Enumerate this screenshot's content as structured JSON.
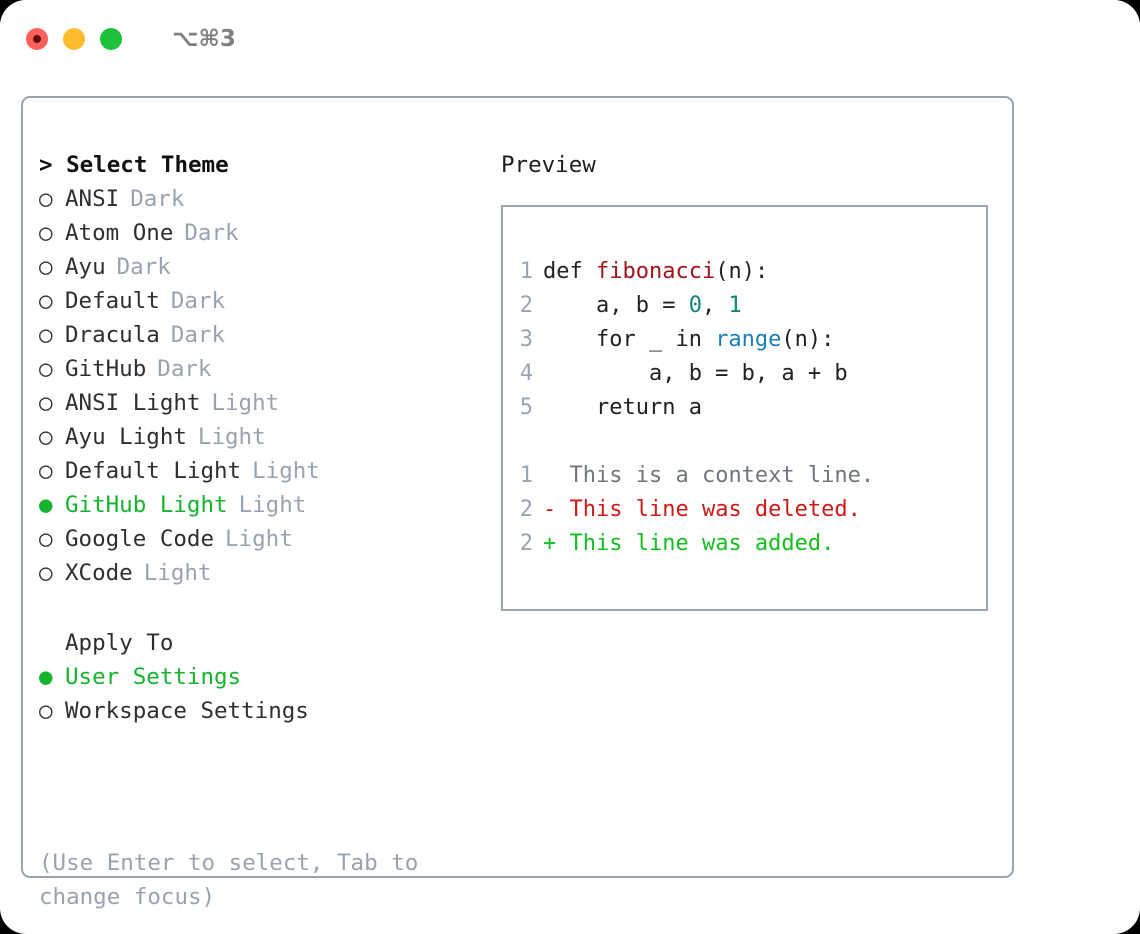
{
  "titlebar": {
    "shortcut": "⌥⌘3",
    "lights": [
      {
        "name": "close",
        "color": "#ff605c"
      },
      {
        "name": "minimize",
        "color": "#ffbd2e"
      },
      {
        "name": "maximize",
        "color": "#1ec13a"
      }
    ]
  },
  "left": {
    "header": "> Select Theme",
    "themes": [
      {
        "marker": "○",
        "name": "ANSI",
        "variant": "Dark",
        "selected": false
      },
      {
        "marker": "○",
        "name": "Atom One",
        "variant": "Dark",
        "selected": false
      },
      {
        "marker": "○",
        "name": "Ayu",
        "variant": "Dark",
        "selected": false
      },
      {
        "marker": "○",
        "name": "Default",
        "variant": "Dark",
        "selected": false
      },
      {
        "marker": "○",
        "name": "Dracula",
        "variant": "Dark",
        "selected": false
      },
      {
        "marker": "○",
        "name": "GitHub",
        "variant": "Dark",
        "selected": false
      },
      {
        "marker": "○",
        "name": "ANSI Light",
        "variant": "Light",
        "selected": false
      },
      {
        "marker": "○",
        "name": "Ayu Light",
        "variant": "Light",
        "selected": false
      },
      {
        "marker": "○",
        "name": "Default Light",
        "variant": "Light",
        "selected": false
      },
      {
        "marker": "●",
        "name": "GitHub Light",
        "variant": "Light",
        "selected": true
      },
      {
        "marker": "○",
        "name": "Google Code",
        "variant": "Light",
        "selected": false
      },
      {
        "marker": "○",
        "name": "XCode",
        "variant": "Light",
        "selected": false
      }
    ],
    "apply_to_header": "Apply To",
    "apply_to": [
      {
        "marker": "●",
        "name": "User Settings",
        "selected": true
      },
      {
        "marker": "○",
        "name": "Workspace Settings",
        "selected": false
      }
    ],
    "hint": "(Use Enter to select, Tab to change focus)"
  },
  "right": {
    "preview_title": "Preview",
    "code_lines": [
      {
        "num": "1",
        "parts": [
          {
            "t": "def ",
            "c": "plain"
          },
          {
            "t": "fibonacci",
            "c": "fn"
          },
          {
            "t": "(n):",
            "c": "plain"
          }
        ]
      },
      {
        "num": "2",
        "parts": [
          {
            "t": "    a, b = ",
            "c": "plain"
          },
          {
            "t": "0",
            "c": "num"
          },
          {
            "t": ", ",
            "c": "plain"
          },
          {
            "t": "1",
            "c": "num"
          }
        ]
      },
      {
        "num": "3",
        "parts": [
          {
            "t": "    for _ in ",
            "c": "plain"
          },
          {
            "t": "range",
            "c": "builtin"
          },
          {
            "t": "(n):",
            "c": "plain"
          }
        ]
      },
      {
        "num": "4",
        "parts": [
          {
            "t": "        a, b = b, a + b",
            "c": "plain"
          }
        ]
      },
      {
        "num": "5",
        "parts": [
          {
            "t": "    return a",
            "c": "plain"
          }
        ]
      }
    ],
    "diff_lines": [
      {
        "num": "1",
        "sign": "  ",
        "text": "This is a context line.",
        "kind": "ctx"
      },
      {
        "num": "2",
        "sign": "- ",
        "text": "This line was deleted.",
        "kind": "del"
      },
      {
        "num": "2",
        "sign": "+ ",
        "text": "This line was added.",
        "kind": "add"
      }
    ]
  },
  "colors": {
    "accent_green": "#15b32e",
    "muted_gray": "#98a3b2",
    "border": "#98a3af",
    "diff_add": "#13c020",
    "diff_del": "#cc1b16",
    "fn": "#a3141a",
    "num": "#0e8577",
    "builtin": "#1a7fb5"
  }
}
